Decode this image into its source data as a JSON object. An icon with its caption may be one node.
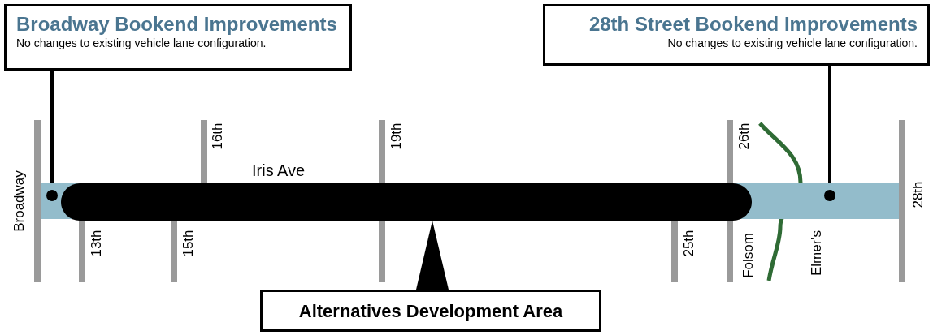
{
  "diagram": {
    "nodes": [
      {
        "text": [
          "Broadway Bookend Improvements",
          "No changes to existing vehicle lane configuration."
        ]
      },
      {
        "text": [
          "28th Street Bookend Improvements",
          "No changes to existing vehicle lane configuration."
        ]
      },
      {
        "text": [
          "Alternatives Development Area"
        ]
      },
      {
        "text": [],
        "shape": "circle"
      },
      {
        "text": [],
        "shape": "circle"
      },
      {
        "text": [],
        "shape": "bar"
      }
    ],
    "edges": [
      {
        "from": 0,
        "to": 3,
        "arrow": "none"
      },
      {
        "from": 1,
        "to": 4,
        "arrow": "none"
      },
      {
        "from": 2,
        "to": 5,
        "arrow": "none"
      }
    ],
    "labels": [
      "Broadway",
      "13th",
      "15th",
      "16th",
      "Iris Ave",
      "19th",
      "25th",
      "26th",
      "Folsom",
      "Elmer's",
      "28th"
    ]
  }
}
